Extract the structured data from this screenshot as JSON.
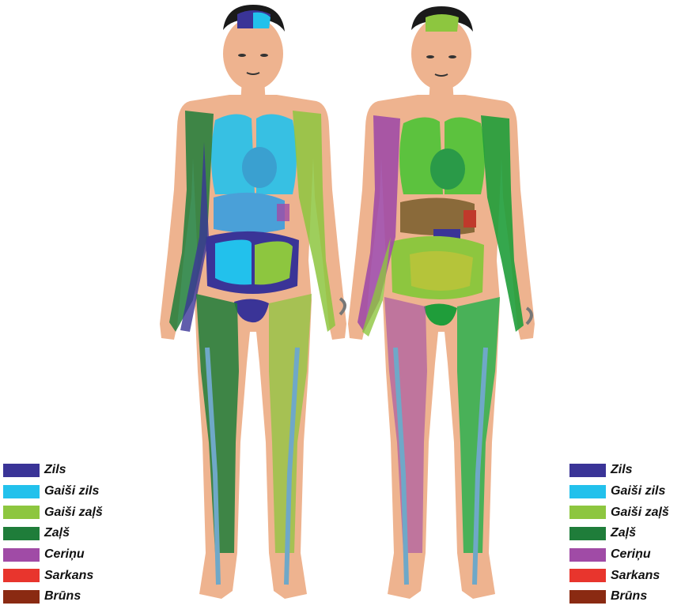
{
  "legend": [
    {
      "label": "Zils",
      "color": "#3a3497"
    },
    {
      "label": "Gaiši zils",
      "color": "#22c1ec"
    },
    {
      "label": "Gaiši zaļš",
      "color": "#8dc63f"
    },
    {
      "label": "Zaļš",
      "color": "#1f7d3a"
    },
    {
      "label": "Ceriņu",
      "color": "#a04ba6"
    },
    {
      "label": "Sarkans",
      "color": "#e8352d"
    },
    {
      "label": "Brūns",
      "color": "#8a2a12"
    }
  ],
  "colors": {
    "skin": "#eeb38f",
    "hair": "#1a1a1a",
    "vessel": "#6fa8c8"
  }
}
